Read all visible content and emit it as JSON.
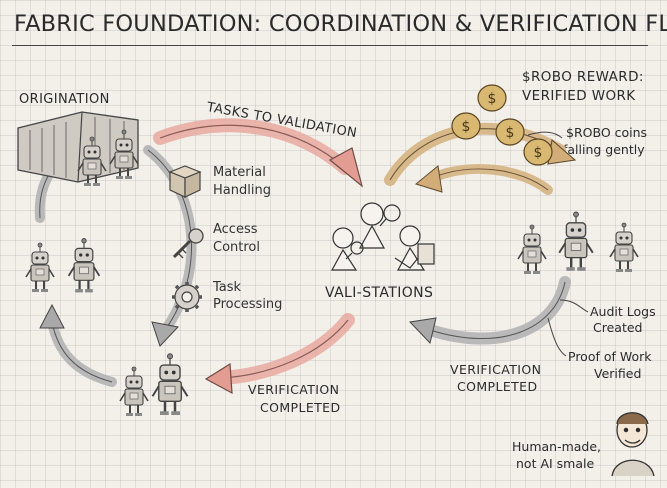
{
  "title": "FABRIC FOUNDATION: COORDINATION & VERIFICATION FLOW",
  "origination": {
    "label": "ORIGINATION"
  },
  "tasks_to_validation": {
    "label": "TASKS TO VALIDATION"
  },
  "task_types": [
    {
      "icon": "box-icon",
      "label_line1": "Material",
      "label_line2": "Handling"
    },
    {
      "icon": "key-icon",
      "label_line1": "Access",
      "label_line2": "Control"
    },
    {
      "icon": "gear-icon",
      "label_line1": "Task",
      "label_line2": "Processing"
    }
  ],
  "vali_stations": {
    "label": "VALI-STATIONS"
  },
  "reward": {
    "line1": "$ROBO REWARD:",
    "line2": "VERIFIED WORK"
  },
  "coins_note": {
    "line1": "$ROBO coins",
    "line2": "falling gently"
  },
  "verification_left": {
    "line1": "VERIFICATION",
    "line2": "COMPLETED"
  },
  "verification_right": {
    "line1": "VERIFICATION",
    "line2": "COMPLETED"
  },
  "audit_logs": {
    "line1": "Audit Logs",
    "line2": "Created"
  },
  "proof_of_work": {
    "line1": "Proof of Work",
    "line2": "Verified"
  },
  "signature": {
    "line1": "Human-made,",
    "line2": "not AI smale"
  },
  "colors": {
    "pink_arrow": "#e8a9a0",
    "gray_arrow": "#b9b9b9",
    "tan_arrow": "#d8b98c",
    "coin": "#c9a15a",
    "ink": "#3a3a3a"
  }
}
